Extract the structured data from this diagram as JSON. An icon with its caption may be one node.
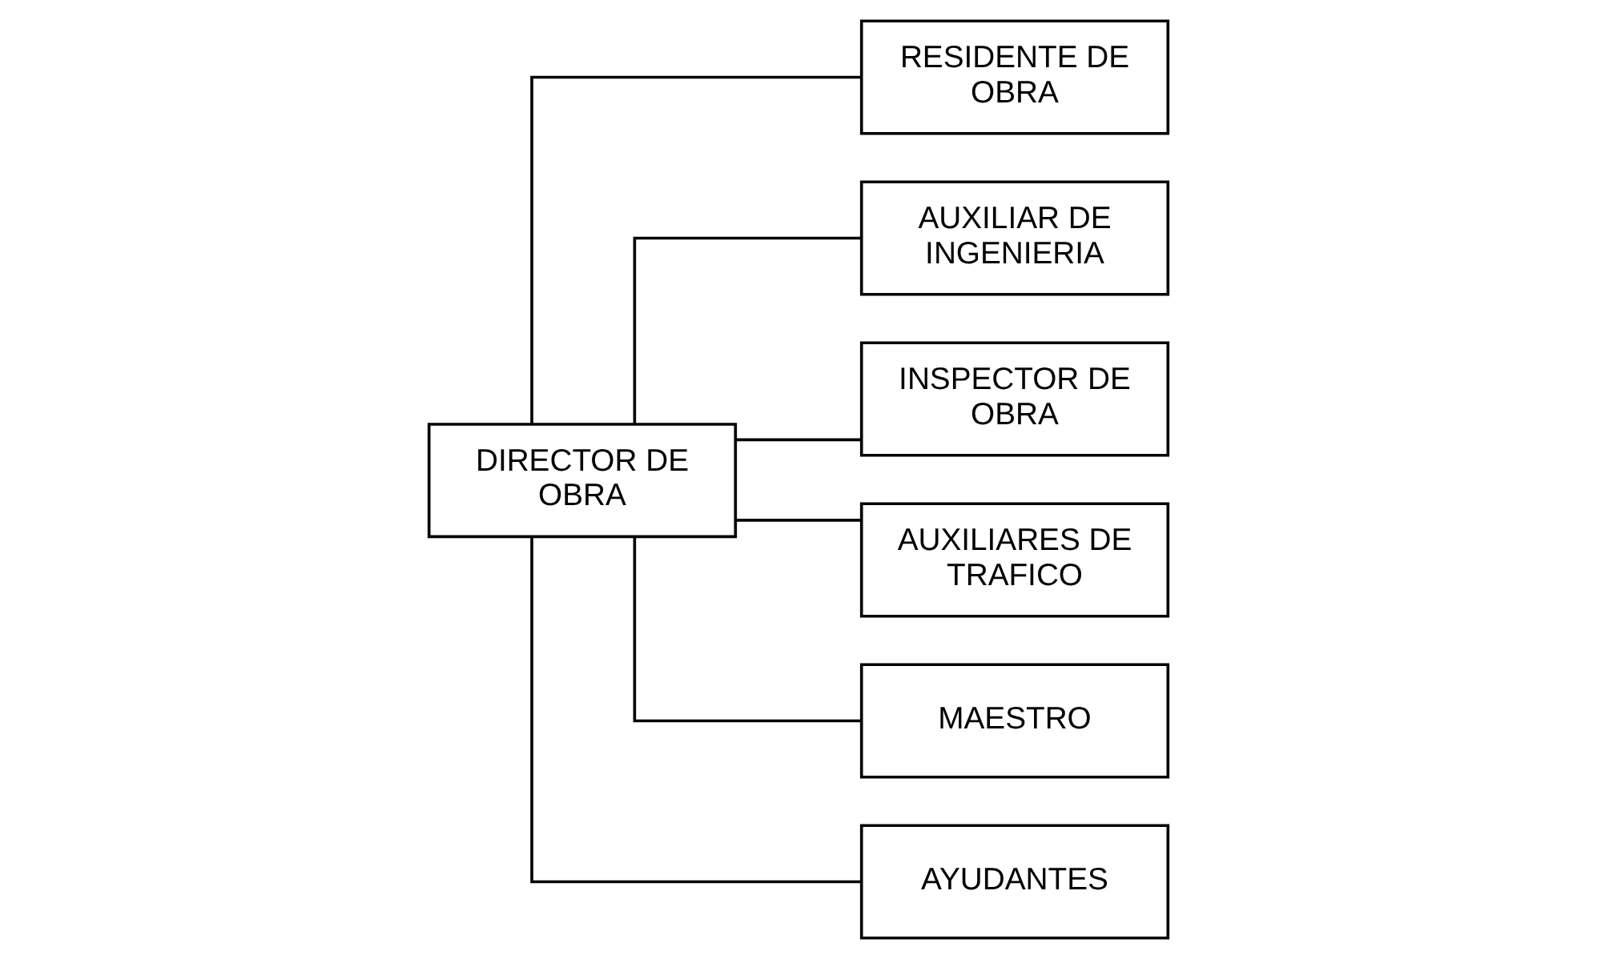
{
  "diagram": {
    "nodes": [
      {
        "text": [
          "DIRECTOR DE OBRA"
        ]
      },
      {
        "text": [
          "RESIDENTE DE OBRA"
        ]
      },
      {
        "text": [
          "AUXILIAR DE INGENIERIA"
        ]
      },
      {
        "text": [
          "INSPECTOR DE OBRA"
        ]
      },
      {
        "text": [
          "AUXILIARES DE TRAFICO"
        ]
      },
      {
        "text": [
          "MAESTRO"
        ]
      },
      {
        "text": [
          "AYUDANTES"
        ]
      }
    ],
    "edges": [
      {
        "from": 0,
        "to": 1,
        "arrow": "none"
      },
      {
        "from": 0,
        "to": 2,
        "arrow": "none"
      },
      {
        "from": 0,
        "to": 3,
        "arrow": "none"
      },
      {
        "from": 0,
        "to": 4,
        "arrow": "none"
      },
      {
        "from": 0,
        "to": 5,
        "arrow": "none"
      },
      {
        "from": 0,
        "to": 6,
        "arrow": "none"
      }
    ]
  }
}
